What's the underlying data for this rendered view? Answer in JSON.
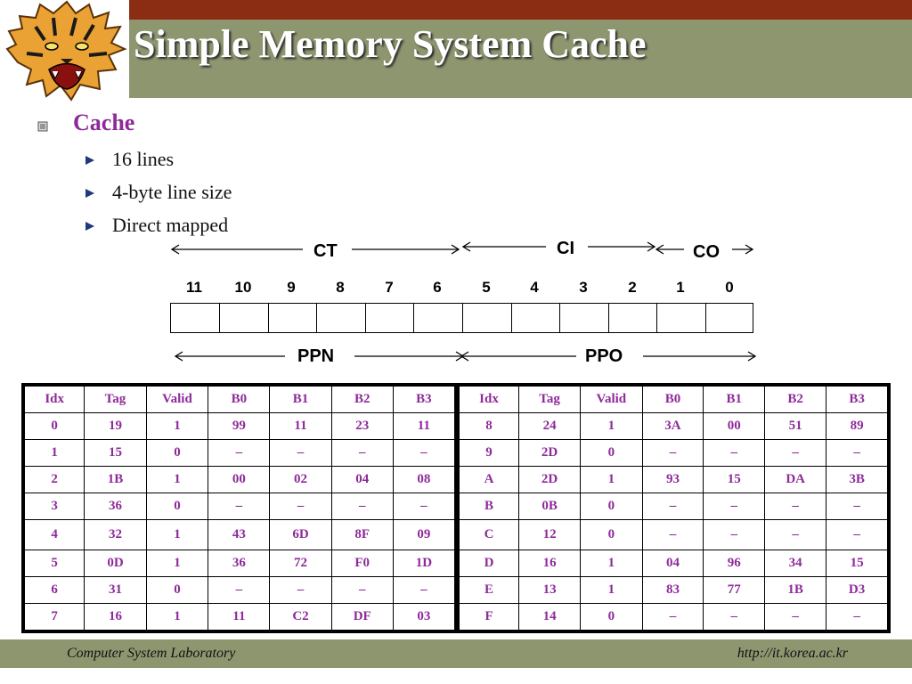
{
  "title": "Simple Memory System Cache",
  "bullet": "Cache",
  "sub_bullets": [
    "16 lines",
    "4-byte line size",
    "Direct mapped"
  ],
  "address_fields": {
    "ct": "CT",
    "ci": "CI",
    "co": "CO",
    "ppn": "PPN",
    "ppo": "PPO"
  },
  "bit_numbers": [
    "11",
    "10",
    "9",
    "8",
    "7",
    "6",
    "5",
    "4",
    "3",
    "2",
    "1",
    "0"
  ],
  "table": {
    "headers": [
      "Idx",
      "Tag",
      "Valid",
      "B0",
      "B1",
      "B2",
      "B3"
    ],
    "left_rows": [
      [
        "0",
        "19",
        "1",
        "99",
        "11",
        "23",
        "11"
      ],
      [
        "1",
        "15",
        "0",
        "–",
        "–",
        "–",
        "–"
      ],
      [
        "2",
        "1B",
        "1",
        "00",
        "02",
        "04",
        "08"
      ],
      [
        "3",
        "36",
        "0",
        "–",
        "–",
        "–",
        "–"
      ],
      [
        "4",
        "32",
        "1",
        "43",
        "6D",
        "8F",
        "09"
      ],
      [
        "5",
        "0D",
        "1",
        "36",
        "72",
        "F0",
        "1D"
      ],
      [
        "6",
        "31",
        "0",
        "–",
        "–",
        "–",
        "–"
      ],
      [
        "7",
        "16",
        "1",
        "11",
        "C2",
        "DF",
        "03"
      ]
    ],
    "right_rows": [
      [
        "8",
        "24",
        "1",
        "3A",
        "00",
        "51",
        "89"
      ],
      [
        "9",
        "2D",
        "0",
        "–",
        "–",
        "–",
        "–"
      ],
      [
        "A",
        "2D",
        "1",
        "93",
        "15",
        "DA",
        "3B"
      ],
      [
        "B",
        "0B",
        "0",
        "–",
        "–",
        "–",
        "–"
      ],
      [
        "C",
        "12",
        "0",
        "–",
        "–",
        "–",
        "–"
      ],
      [
        "D",
        "16",
        "1",
        "04",
        "96",
        "34",
        "15"
      ],
      [
        "E",
        "13",
        "1",
        "83",
        "77",
        "1B",
        "D3"
      ],
      [
        "F",
        "14",
        "0",
        "–",
        "–",
        "–",
        "–"
      ]
    ]
  },
  "footer": {
    "left": "Computer System Laboratory",
    "right": "http://it.korea.ac.kr"
  },
  "colors": {
    "title_bar": "#8e9670",
    "top_stripe": "#8a2d12",
    "accent_text": "#8e2a9a"
  },
  "icons": {
    "logo": "tiger-logo-icon",
    "bullet": "notebook-bullet-icon",
    "sub_bullet": "triangle-bullet-icon"
  }
}
